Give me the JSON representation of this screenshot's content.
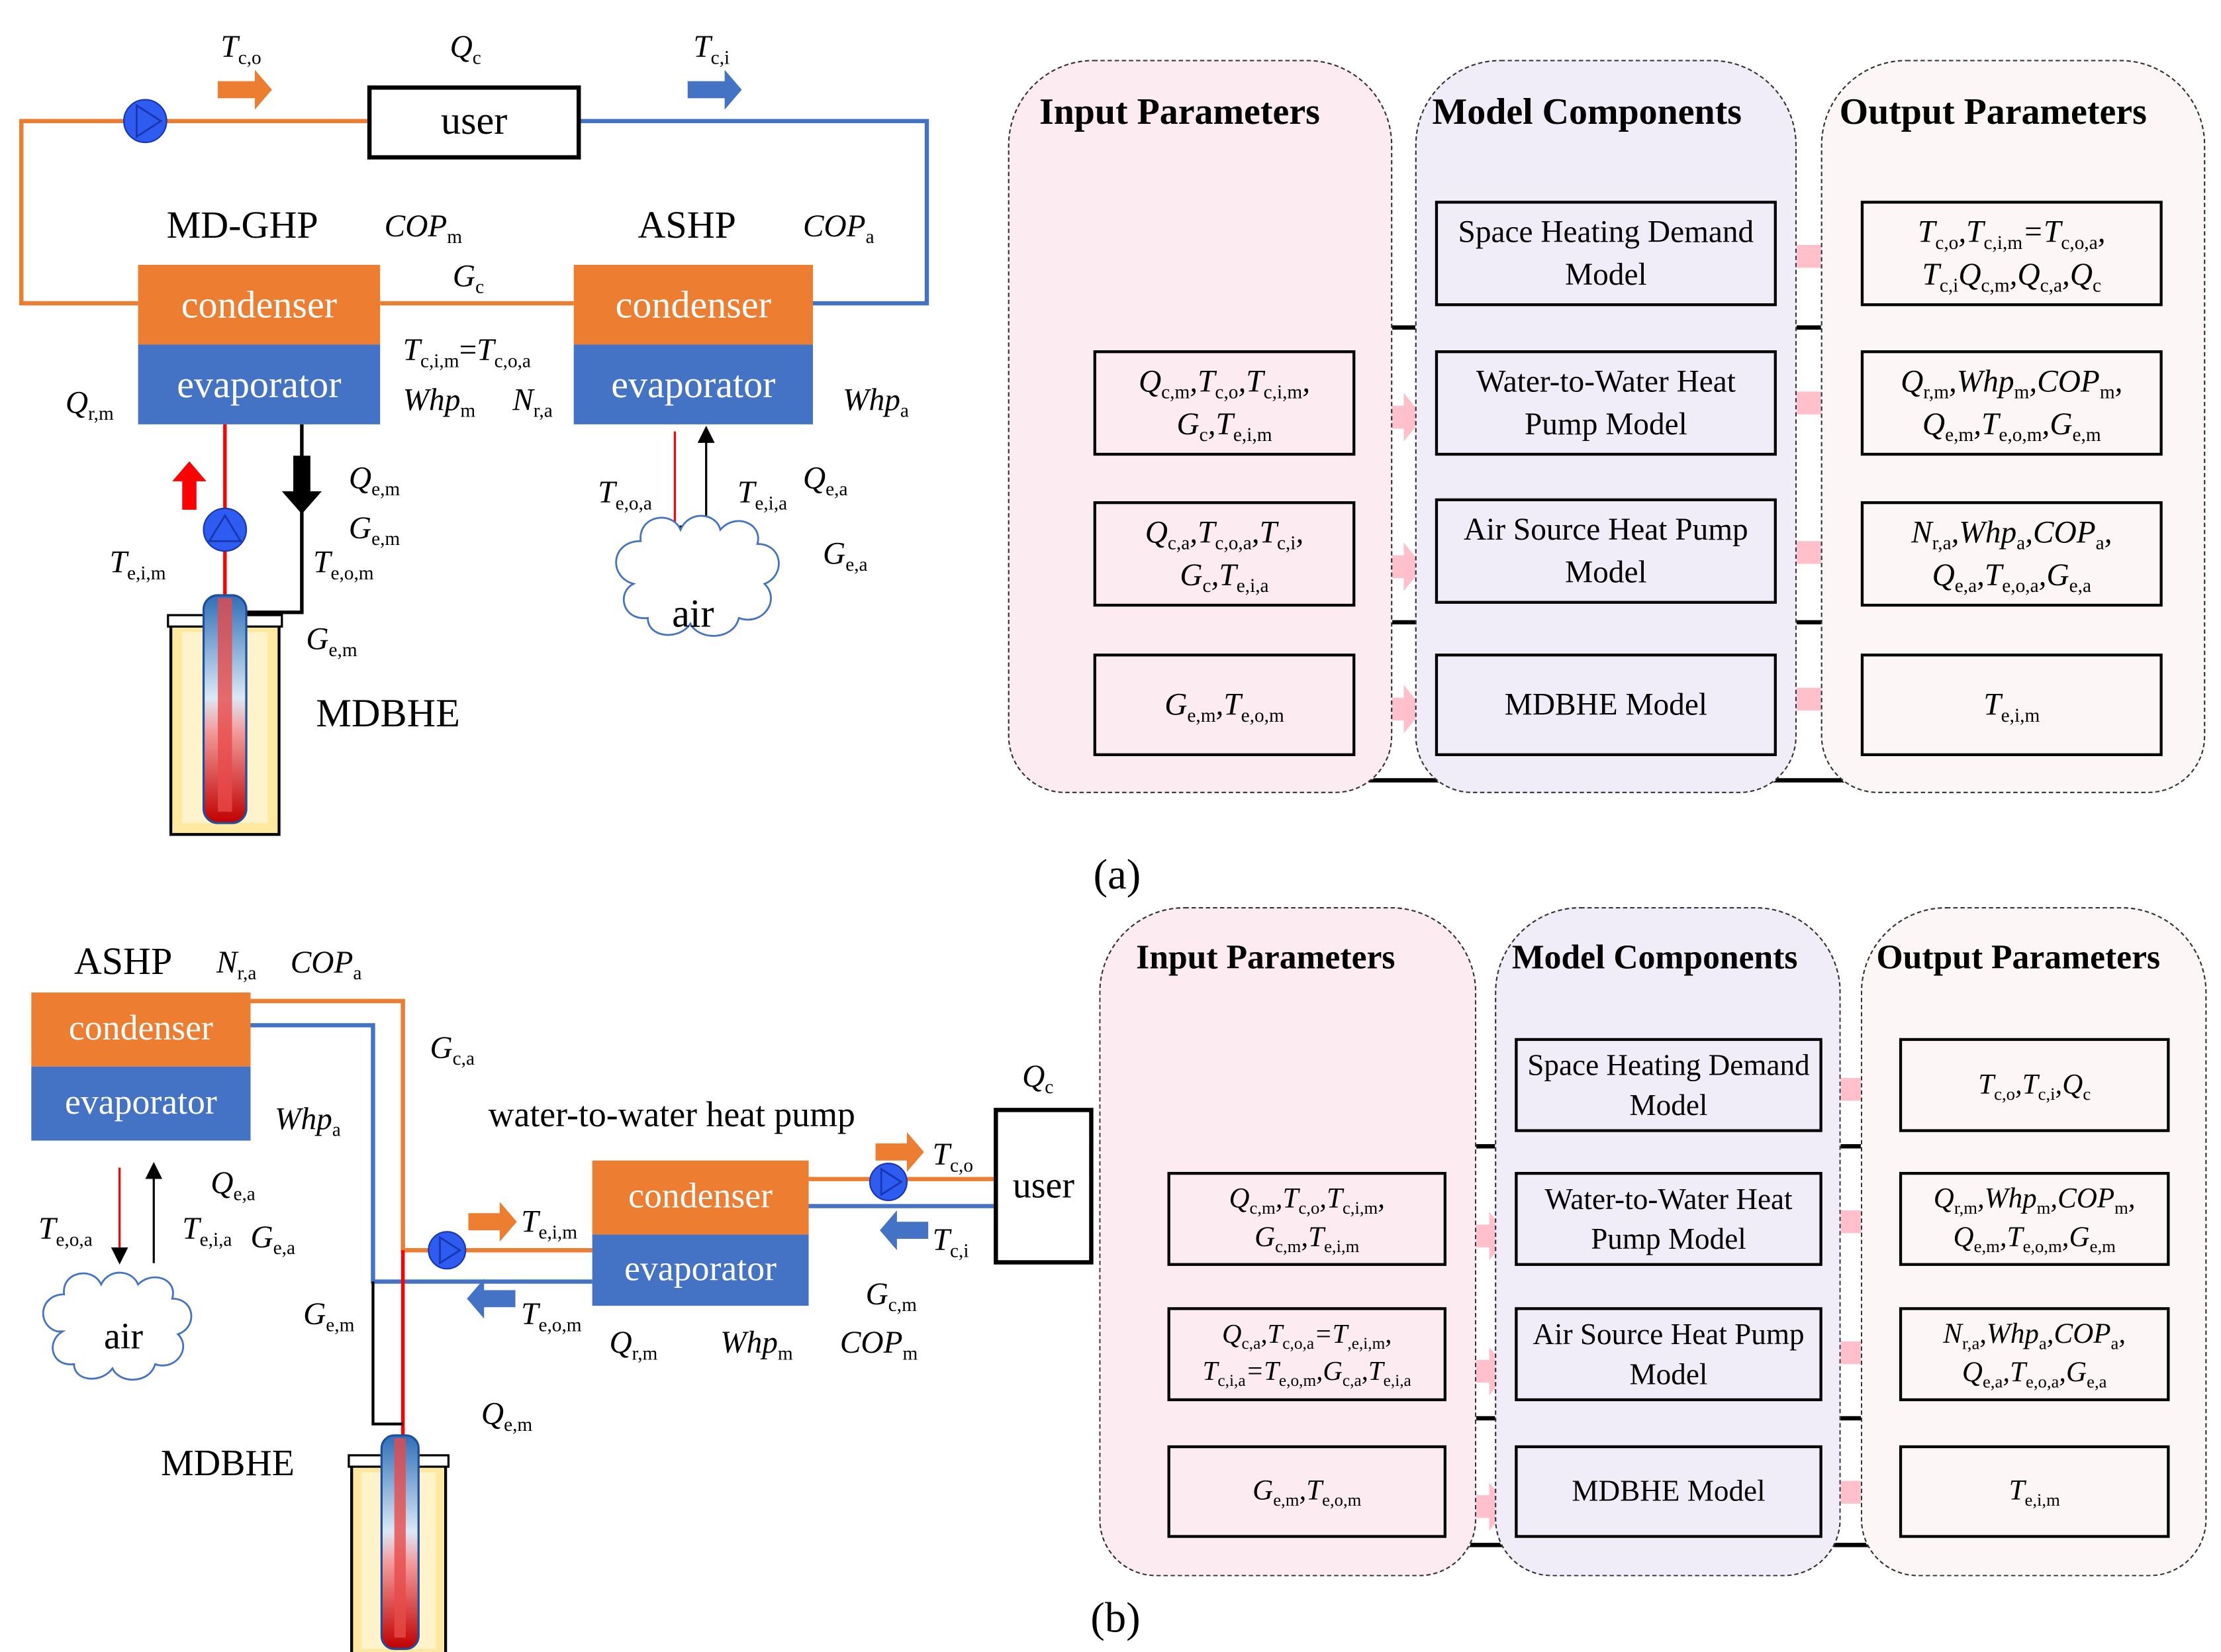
{
  "panel_a": {
    "label": "(a)",
    "schematic": {
      "user_label": "user",
      "mdghp_title": "MD-GHP",
      "ashp_title": "ASHP",
      "condenser_label": "condenser",
      "evaporator_label": "evaporator",
      "air_label": "air",
      "mdbhe_label": "MDBHE",
      "symbols": {
        "T_co": {
          "main": "T",
          "sub": "c,o"
        },
        "Q_c": {
          "main": "Q",
          "sub": "c"
        },
        "T_ci": {
          "main": "T",
          "sub": "c,i"
        },
        "COP_m": {
          "main": "COP",
          "sub": "m"
        },
        "COP_a": {
          "main": "COP",
          "sub": "a"
        },
        "G_c": {
          "main": "G",
          "sub": "c"
        },
        "T_cim_eq": {
          "a": "T",
          "a_sub": "c,i,m",
          "eq": "=",
          "b": "T",
          "b_sub": "c,o,a"
        },
        "Whp_m": {
          "main": "Whp",
          "sub": "m"
        },
        "N_ra": {
          "main": "N",
          "sub": "r,a"
        },
        "Whp_a": {
          "main": "Whp",
          "sub": "a"
        },
        "Q_rm": {
          "main": "Q",
          "sub": "r,m"
        },
        "Q_em": {
          "main": "Q",
          "sub": "e,m"
        },
        "G_em": {
          "main": "G",
          "sub": "e,m"
        },
        "T_eim": {
          "main": "T",
          "sub": "e,i,m"
        },
        "T_eom": {
          "main": "T",
          "sub": "e,o,m"
        },
        "G_em2": {
          "main": "G",
          "sub": "e,m"
        },
        "T_eoa": {
          "main": "T",
          "sub": "e,o,a"
        },
        "T_eia": {
          "main": "T",
          "sub": "e,i,a"
        },
        "Q_ea": {
          "main": "Q",
          "sub": "e,a"
        },
        "G_ea": {
          "main": "G",
          "sub": "e,a"
        }
      }
    },
    "flowchart": {
      "columns": [
        "Input Parameters",
        "Model Components",
        "Output Parameters"
      ],
      "models": [
        "Space Heating Demand Model",
        "Water-to-Water Heat Pump Model",
        "Air Source Heat Pump Model",
        "MDBHE Model"
      ],
      "inputs": [
        "Q<sub>c,m</sub>,T<sub>c,o</sub>,T<sub>c,i,m</sub>,<br>G<sub>c</sub>,T<sub>e,i,m</sub>",
        "Q<sub>c,a</sub>,T<sub>c,o,a</sub>,T<sub>c,i</sub>,<br>G<sub>c</sub>,T<sub>e,i,a</sub>",
        "G<sub>e,m</sub>,T<sub>e,o,m</sub>"
      ],
      "outputs": [
        "T<sub>c,o</sub>,T<sub>c,i,m</sub>=T<sub>c,o,a</sub>,<br>T<sub>c,i</sub>Q<sub>c,m</sub>,Q<sub>c,a</sub>,Q<sub>c</sub>",
        "Q<sub>r,m</sub>,Whp<sub>m</sub>,COP<sub>m</sub>,<br>Q<sub>e,m</sub>,T<sub>e,o,m</sub>,G<sub>e,m</sub>",
        "N<sub>r,a</sub>,Whp<sub>a</sub>,COP<sub>a</sub>,<br>Q<sub>e,a</sub>,T<sub>e,o,a</sub>,G<sub>e,a</sub>",
        "T<sub>e,i,m</sub>"
      ]
    }
  },
  "panel_b": {
    "label": "(b)",
    "schematic": {
      "ashp_title": "ASHP",
      "wwhp_title": "water-to-water heat pump",
      "user_label": "user",
      "condenser_label": "condenser",
      "evaporator_label": "evaporator",
      "air_label": "air",
      "mdbhe_label": "MDBHE",
      "symbols": {
        "N_ra": {
          "main": "N",
          "sub": "r,a"
        },
        "COP_a": {
          "main": "COP",
          "sub": "a"
        },
        "G_ca": {
          "main": "G",
          "sub": "c,a"
        },
        "Whp_a": {
          "main": "Whp",
          "sub": "a"
        },
        "Q_ea": {
          "main": "Q",
          "sub": "e,a"
        },
        "T_eoa": {
          "main": "T",
          "sub": "e,o,a"
        },
        "T_eia": {
          "main": "T",
          "sub": "e,i,a"
        },
        "G_ea": {
          "main": "G",
          "sub": "e,a"
        },
        "Q_c": {
          "main": "Q",
          "sub": "c"
        },
        "T_co": {
          "main": "T",
          "sub": "c,o"
        },
        "T_ci": {
          "main": "T",
          "sub": "c,i"
        },
        "T_eim": {
          "main": "T",
          "sub": "e,i,m"
        },
        "T_eom": {
          "main": "T",
          "sub": "e,o,m"
        },
        "G_em": {
          "main": "G",
          "sub": "e,m"
        },
        "G_cm": {
          "main": "G",
          "sub": "c,m"
        },
        "Q_rm": {
          "main": "Q",
          "sub": "r,m"
        },
        "Whp_m": {
          "main": "Whp",
          "sub": "m"
        },
        "COP_m": {
          "main": "COP",
          "sub": "m"
        },
        "Q_em": {
          "main": "Q",
          "sub": "e,m"
        }
      }
    },
    "flowchart": {
      "columns": [
        "Input Parameters",
        "Model Components",
        "Output Parameters"
      ],
      "models": [
        "Space Heating Demand Model",
        "Water-to-Water Heat Pump Model",
        "Air Source Heat Pump Model",
        "MDBHE Model"
      ],
      "inputs": [
        "Q<sub>c,m</sub>,T<sub>c,o</sub>,T<sub>c,i,m</sub>,<br>G<sub>c,m</sub>,T<sub>e,i,m</sub>",
        "Q<sub>c,a</sub>,T<sub>c,o,a</sub>=T<sub>,e,i,m</sub>,<br>T<sub>c,i,a</sub>=T<sub>e,o,m</sub>,G<sub>c,a</sub>,T<sub>e,i,a</sub>",
        "G<sub>e,m</sub>,T<sub>e,o,m</sub>"
      ],
      "outputs": [
        "T<sub>c,o</sub>,T<sub>c,i</sub>,Q<sub>c</sub>",
        "Q<sub>r,m</sub>,Whp<sub>m</sub>,COP<sub>m</sub>,<br>Q<sub>e,m</sub>,T<sub>e,o,m</sub>,G<sub>e,m</sub>",
        "N<sub>r,a</sub>,Whp<sub>a</sub>,COP<sub>a</sub>,<br>Q<sub>e,a</sub>,T<sub>e,o,a</sub>,G<sub>e,a</sub>",
        "T<sub>e,i,m</sub>"
      ]
    }
  },
  "colors": {
    "hot_pipe": "#ed7d31",
    "cold_pipe": "#4472c4",
    "pump": "#2e5bf0",
    "input_column": "#fcebf0",
    "model_column": "#f0ecf8",
    "output_column": "#fdf6f6",
    "flow_arrow": "#ffc0cb"
  }
}
